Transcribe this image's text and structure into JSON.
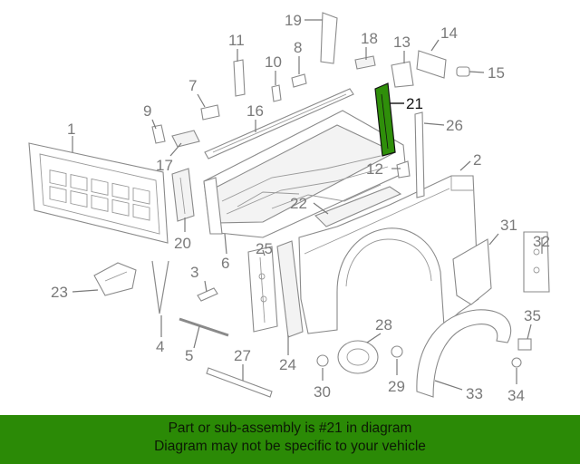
{
  "diagram": {
    "highlight_part": "21",
    "highlight_color": "#2f8f0a",
    "callouts": [
      "1",
      "2",
      "3",
      "4",
      "5",
      "6",
      "7",
      "8",
      "9",
      "10",
      "11",
      "12",
      "13",
      "14",
      "15",
      "16",
      "17",
      "18",
      "19",
      "20",
      "21",
      "22",
      "23",
      "24",
      "25",
      "26",
      "27",
      "28",
      "29",
      "30",
      "31",
      "32",
      "33",
      "34",
      "35"
    ]
  },
  "banner": {
    "color": "#2b8a06",
    "line1": "Part or sub-assembly is #21 in diagram",
    "line2": "Diagram may not be specific to your vehicle"
  }
}
